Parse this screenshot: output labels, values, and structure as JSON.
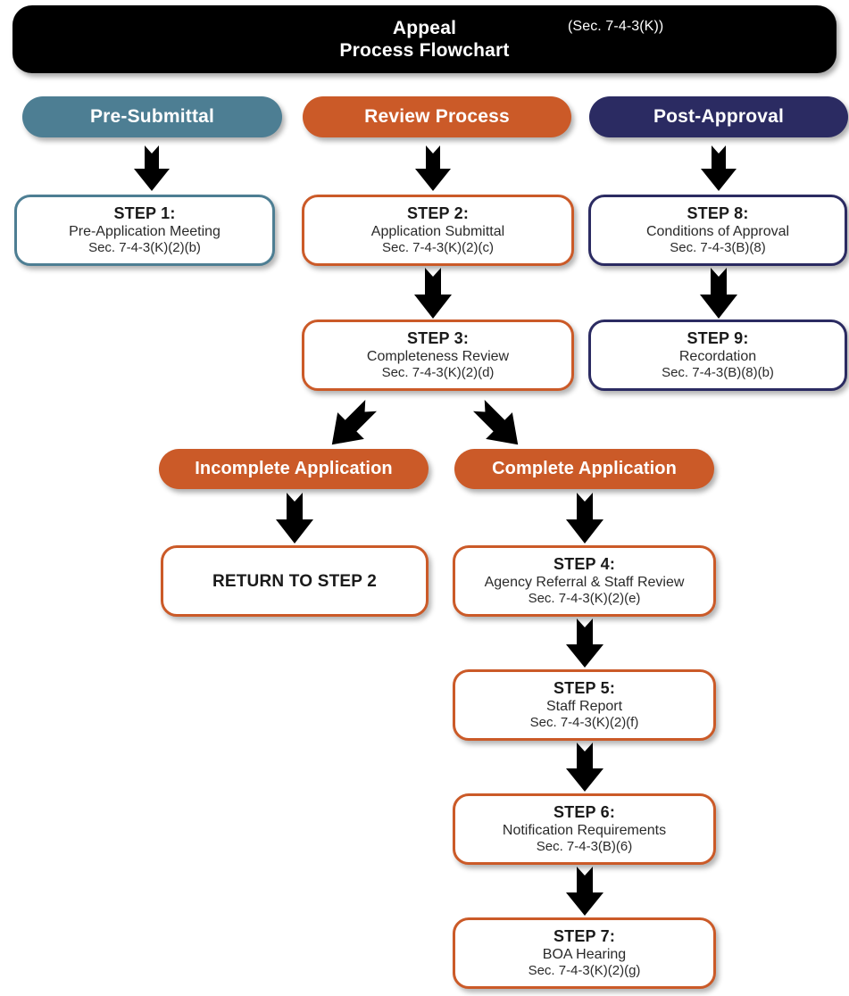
{
  "title": {
    "line1": "Appeal",
    "line2": "Process Flowchart",
    "citation": "(Sec. 7-4-3(K))"
  },
  "colors": {
    "teal": "#4D7E93",
    "orange": "#CB5A28",
    "navy": "#2B2B62",
    "black": "#000000",
    "white": "#FFFFFF"
  },
  "columns": [
    {
      "label": "Pre-Submittal",
      "color": "#4D7E93"
    },
    {
      "label": "Review Process",
      "color": "#CB5A28"
    },
    {
      "label": "Post-Approval",
      "color": "#2B2B62"
    }
  ],
  "steps": [
    {
      "id": "step-1",
      "title": "STEP 1:",
      "subtitle": "Pre-Application Meeting",
      "citation": "Sec. 7-4-3(K)(2)(b)",
      "accent": "#4D7E93"
    },
    {
      "id": "step-2",
      "title": "STEP 2:",
      "subtitle": "Application Submittal",
      "citation": "Sec. 7-4-3(K)(2)(c)",
      "accent": "#CB5A28"
    },
    {
      "id": "step-3",
      "title": "STEP 3:",
      "subtitle": "Completeness Review",
      "citation": "Sec. 7-4-3(K)(2)(d)",
      "accent": "#CB5A28"
    },
    {
      "id": "step-4",
      "title": "STEP 4:",
      "subtitle": "Agency Referral & Staff Review",
      "citation": "Sec. 7-4-3(K)(2)(e)",
      "accent": "#CB5A28"
    },
    {
      "id": "step-5",
      "title": "STEP 5:",
      "subtitle": "Staff Report",
      "citation": "Sec. 7-4-3(K)(2)(f)",
      "accent": "#CB5A28"
    },
    {
      "id": "step-6",
      "title": "STEP 6:",
      "subtitle": "Notification Requirements",
      "citation": "Sec. 7-4-3(B)(6)",
      "accent": "#CB5A28"
    },
    {
      "id": "step-7",
      "title": "STEP 7:",
      "subtitle": "BOA Hearing",
      "citation": "Sec. 7-4-3(K)(2)(g)",
      "accent": "#CB5A28"
    },
    {
      "id": "step-8",
      "title": "STEP 8:",
      "subtitle": "Conditions of Approval",
      "citation": "Sec. 7-4-3(B)(8)",
      "accent": "#2B2B62"
    },
    {
      "id": "step-9",
      "title": "STEP 9:",
      "subtitle": "Recordation",
      "citation": "Sec. 7-4-3(B)(8)(b)",
      "accent": "#2B2B62"
    }
  ],
  "branches": [
    {
      "id": "incomplete-application",
      "label": "Incomplete Application",
      "color": "#CB5A28"
    },
    {
      "id": "complete-application",
      "label": "Complete Application",
      "color": "#CB5A28"
    }
  ],
  "return_box": {
    "id": "return-to-step-2",
    "title": "RETURN TO STEP 2",
    "accent": "#CB5A28"
  },
  "arrows": [
    {
      "name": "arrow-presubmittal-to-step1",
      "direction": "down"
    },
    {
      "name": "arrow-review-to-step2",
      "direction": "down"
    },
    {
      "name": "arrow-postapproval-to-step8",
      "direction": "down"
    },
    {
      "name": "arrow-step2-to-step3",
      "direction": "down"
    },
    {
      "name": "arrow-step8-to-step9",
      "direction": "down"
    },
    {
      "name": "arrow-step3-to-incomplete",
      "direction": "down-left"
    },
    {
      "name": "arrow-step3-to-complete",
      "direction": "down-right"
    },
    {
      "name": "arrow-incomplete-to-return",
      "direction": "down"
    },
    {
      "name": "arrow-complete-to-step4",
      "direction": "down"
    },
    {
      "name": "arrow-step4-to-step5",
      "direction": "down"
    },
    {
      "name": "arrow-step5-to-step6",
      "direction": "down"
    },
    {
      "name": "arrow-step6-to-step7",
      "direction": "down"
    }
  ]
}
